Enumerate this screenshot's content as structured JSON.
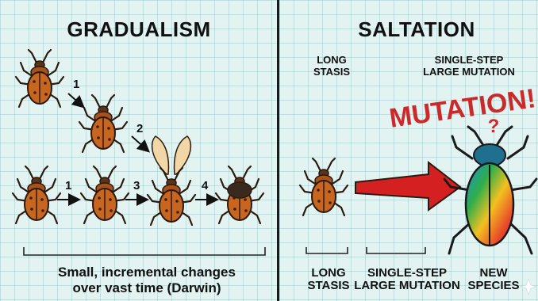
{
  "gradualism": {
    "title": "GRADUALISM",
    "steps": [
      "1",
      "2",
      "1",
      "3",
      "4"
    ],
    "caption_line1": "Small, incremental changes",
    "caption_line2": "over vast time (Darwin)"
  },
  "saltation": {
    "title": "SALTATION",
    "top_label_stasis_1": "LONG",
    "top_label_stasis_2": "STASIS",
    "top_label_mutation_1": "SINGLE-STEP",
    "top_label_mutation_2": "LARGE MUTATION",
    "mutation_banner": "MUTATION!",
    "question_mark": "?",
    "bottom_stasis_1": "LONG",
    "bottom_stasis_2": "STASIS",
    "bottom_mutation_1": "SINGLE-STEP",
    "bottom_mutation_2": "LARGE MUTATION",
    "bottom_species_1": "NEW",
    "bottom_species_2": "SPECIES"
  },
  "colors": {
    "beetle_body": "#c8651e",
    "beetle_dark": "#5a3418",
    "outline": "#2a1a10",
    "arrow_red": "#d42020",
    "banner_red": "#cc2a2a",
    "wing": "#f1d7a8"
  },
  "icons": [
    "beetle-icon",
    "winged-beetle-icon",
    "dark-beetle-icon",
    "rainbow-beetle-icon",
    "red-arrow-icon",
    "sparkle-icon"
  ]
}
